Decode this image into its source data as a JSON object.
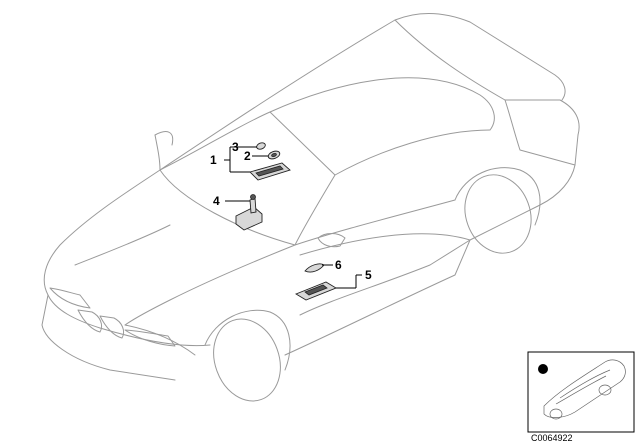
{
  "diagram": {
    "callouts": [
      {
        "id": "1",
        "label": "1"
      },
      {
        "id": "2",
        "label": "2"
      },
      {
        "id": "3",
        "label": "3"
      },
      {
        "id": "4",
        "label": "4"
      },
      {
        "id": "5",
        "label": "5"
      },
      {
        "id": "6",
        "label": "6"
      }
    ],
    "thumbnail": {
      "code": "C0064922"
    }
  }
}
